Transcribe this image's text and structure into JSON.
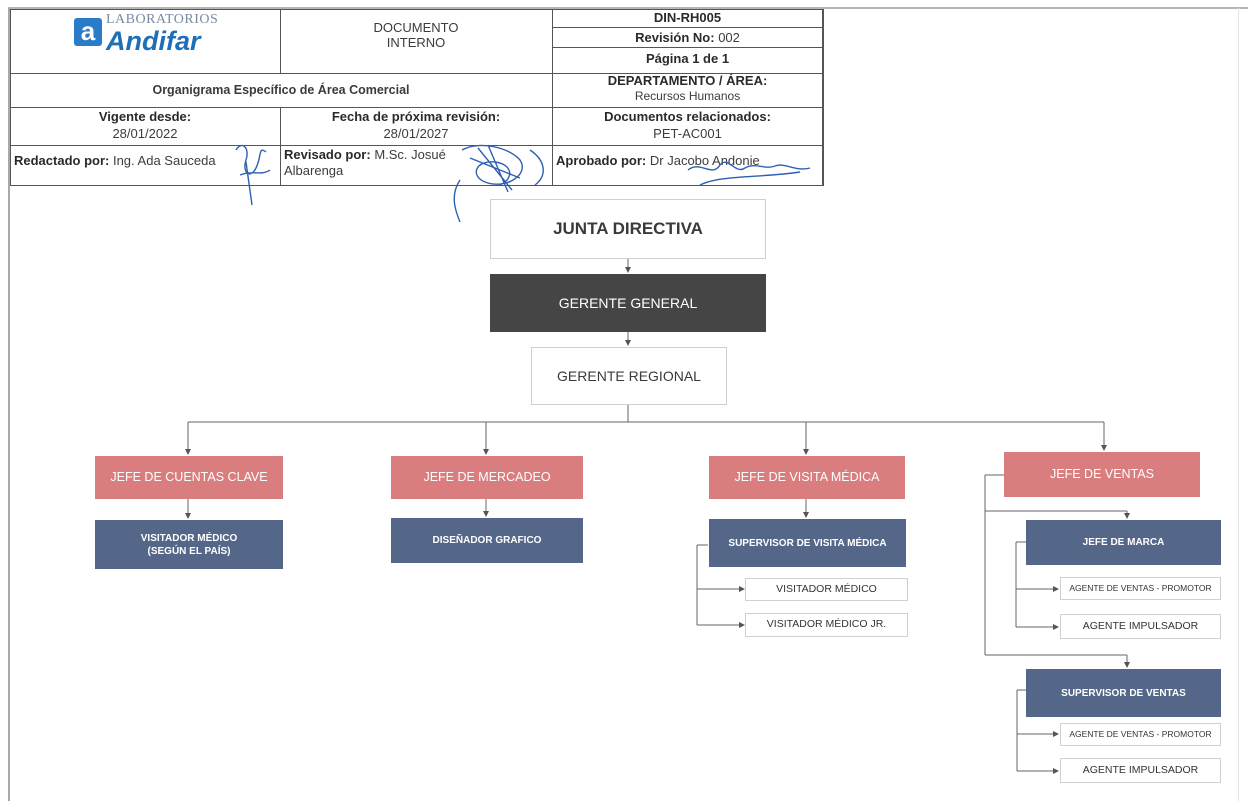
{
  "header": {
    "logo": {
      "prefix": "LABORATORIOS",
      "name": "Andifar",
      "mark": "a"
    },
    "doc_type_line1": "DOCUMENTO",
    "doc_type_line2": "INTERNO",
    "code": "DIN-RH005",
    "revision_label": "Revisión No:",
    "revision_value": "002",
    "page": "Página 1 de 1",
    "title": "Organigrama Específico de Área Comercial",
    "dept_label": "DEPARTAMENTO / ÁREA:",
    "dept_value": "Recursos Humanos",
    "valid_label": "Vigente desde:",
    "valid_value": "28/01/2022",
    "next_rev_label": "Fecha de próxima revisión:",
    "next_rev_value": "28/01/2027",
    "related_label": "Documentos relacionados:",
    "related_value": "PET-AC001",
    "drafted_label": "Redactado por:",
    "drafted_value": "Ing. Ada Sauceda",
    "reviewed_label": "Revisado por:",
    "reviewed_value_line1": "M.Sc. Josué",
    "reviewed_value_line2": "Albarenga",
    "approved_label": "Aprobado por:",
    "approved_value": "Dr Jacobo Andonie",
    "ink_color": "#2f5fb3"
  },
  "org": {
    "board": "JUNTA DIRECTIVA",
    "gm": "GERENTE GENERAL",
    "regional": "GERENTE REGIONAL",
    "key_accounts": "JEFE DE CUENTAS CLAVE",
    "medical_rep_country_l1": "VISITADOR MÉDICO",
    "medical_rep_country_l2": "(SEGÚN EL PAÍS)",
    "marketing": "JEFE DE MERCADEO",
    "designer": "DISEÑADOR GRAFICO",
    "medical_visit": "JEFE DE VISITA MÉDICA",
    "medical_visit_supervisor": "SUPERVISOR DE VISITA MÉDICA",
    "medical_rep": "VISITADOR MÉDICO",
    "medical_rep_jr": "VISITADOR MÉDICO JR.",
    "sales": "JEFE DE VENTAS",
    "brand": "JEFE DE MARCA",
    "sales_agent_promoter": "AGENTE DE VENTAS - PROMOTOR",
    "agent_booster": "AGENTE IMPULSADOR",
    "sales_supervisor": "SUPERVISOR DE VENTAS",
    "sales_agent_promoter_2": "AGENTE DE VENTAS - PROMOTOR",
    "agent_booster_2": "AGENTE IMPULSADOR"
  },
  "colors": {
    "gm_fill": "#454545",
    "manager_fill": "#d97d7e",
    "staff_fill": "#546789",
    "logo_blue": "#2b7cc8"
  }
}
